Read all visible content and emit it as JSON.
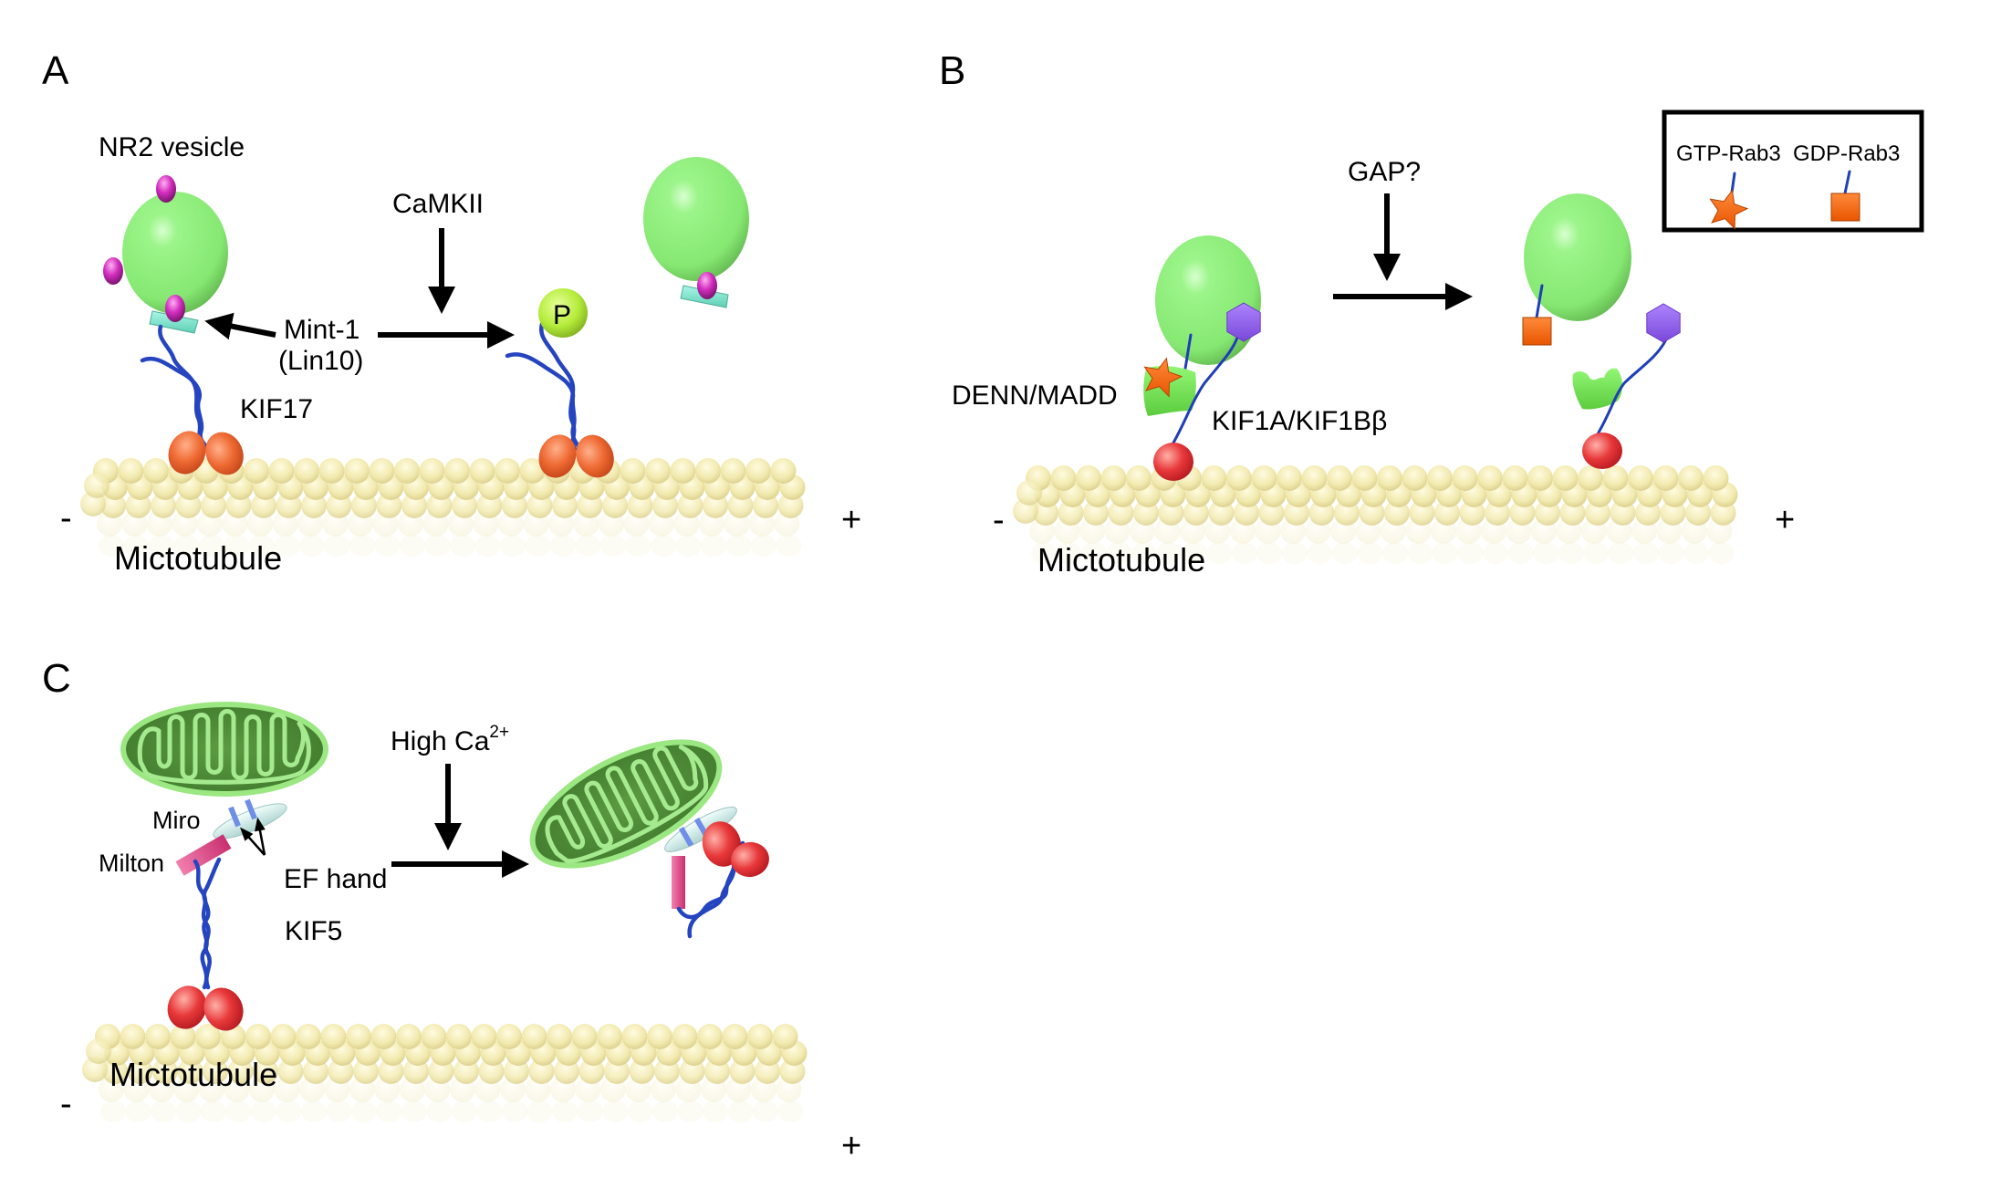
{
  "figure": {
    "panels": [
      {
        "letter": "A",
        "stimulus": "CaMKII",
        "vesicle_label": "NR2 vesicle",
        "adaptor_label_line1": "Mint-1",
        "adaptor_label_line2": "(Lin10)",
        "motor_label": "KIF17",
        "phospho_label": "P",
        "track_label": "Mictotubule",
        "minus_end": "-",
        "plus_end": "+"
      },
      {
        "letter": "B",
        "stimulus": "GAP?",
        "adaptor_label": "DENN/MADD",
        "motor_label": "KIF1A/KIF1Bβ",
        "track_label": "Mictotubule",
        "minus_end": "-",
        "plus_end": "+",
        "legend": [
          {
            "label": "GTP-Rab3",
            "symbol": "star"
          },
          {
            "label": "GDP-Rab3",
            "symbol": "square"
          }
        ]
      },
      {
        "letter": "C",
        "stimulus_main": "High Ca",
        "stimulus_sup": "2+",
        "miro_label": "Miro",
        "milton_label": "Milton",
        "ef_hand_label": "EF hand",
        "motor_label": "KIF5",
        "track_label": "Mictotubule",
        "minus_end": "-",
        "plus_end": "+"
      }
    ]
  },
  "colors": {
    "vesicle": "#8ef07a",
    "receptor": "#d42fc0",
    "mint": "#7fe8d0",
    "kinesin_a": "#ef6a33",
    "kinesin_red": "#e8383a",
    "phospho": "#b4ec3a",
    "tubulin": "#f2eab0",
    "rab3": "#ff6a14",
    "hexagon": "#9a66f2",
    "denn": "#7cf05a",
    "mito": "#4e8f36",
    "mito_cristae": "#a6ea90",
    "milton": "#ea4f8e",
    "miro": "#d8eeec",
    "ef_band": "#6f8ee8",
    "tail": "#1f3fb5"
  }
}
